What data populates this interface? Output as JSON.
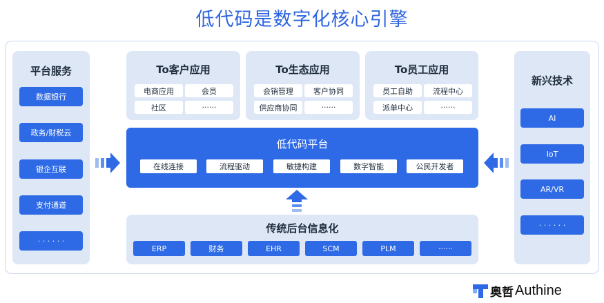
{
  "title": "低代码是数字化核心引擎",
  "left_panel": {
    "title": "平台服务",
    "items": [
      "数据银行",
      "政务/财税云",
      "银企互联",
      "支付通道",
      "· · · · · ·"
    ]
  },
  "right_panel": {
    "title": "新兴技术",
    "items": [
      "AI",
      "IoT",
      "AR/VR",
      "· · · · · ·"
    ]
  },
  "apps": [
    {
      "title": "To客户应用",
      "chips": [
        "电商应用",
        "会员",
        "社区",
        "······"
      ]
    },
    {
      "title": "To生态应用",
      "chips": [
        "会销管理",
        "客户协同",
        "供应商协同",
        "······"
      ]
    },
    {
      "title": "To员工应用",
      "chips": [
        "员工自助",
        "流程中心",
        "派单中心",
        "······"
      ]
    }
  ],
  "platform": {
    "title": "低代码平台",
    "chips": [
      "在线连接",
      "流程驱动",
      "敏捷构建",
      "数字智能",
      "公民开发者"
    ]
  },
  "legacy": {
    "title": "传统后台信息化",
    "chips": [
      "ERP",
      "财务",
      "EHR",
      "SCM",
      "PLM",
      "······"
    ]
  },
  "logo": {
    "cn": "奥哲",
    "en": "Authine"
  },
  "colors": {
    "accent": "#2e6ae6",
    "panel": "#dde7f6",
    "title": "#2f66e0"
  }
}
